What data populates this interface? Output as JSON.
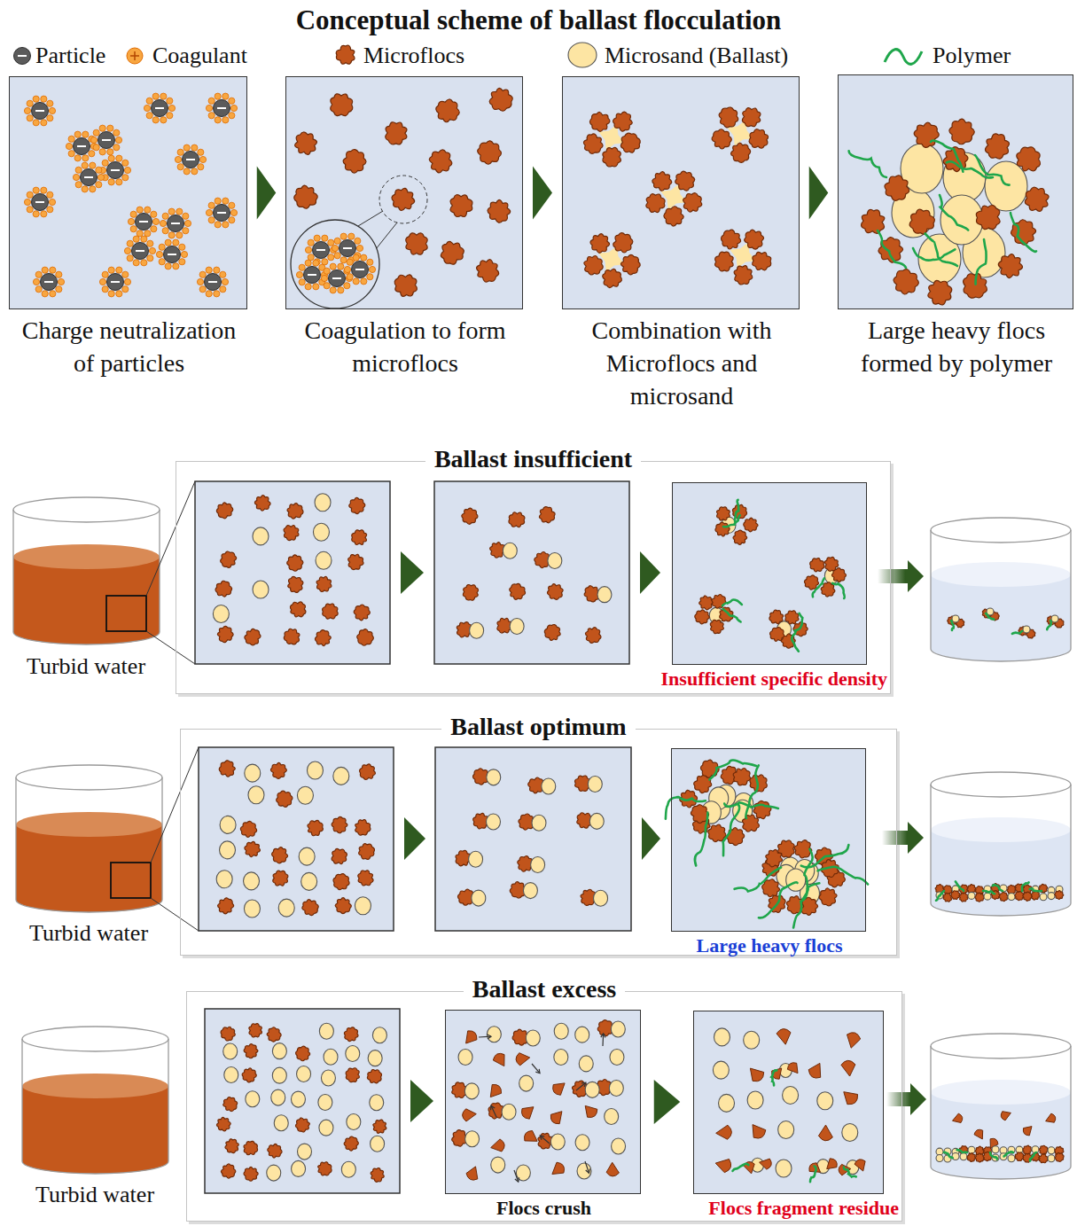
{
  "diagram": {
    "title": "Conceptual scheme of ballast flocculation",
    "nodes": [
      {
        "text": [
          "Charge neutralization of particles"
        ]
      },
      {
        "text": [
          "Coagulation to form microflocs"
        ]
      },
      {
        "text": [
          "Combination with Microflocs and microsand"
        ]
      },
      {
        "text": [
          "Large heavy flocs formed by polymer"
        ]
      },
      {
        "text": [
          "Ballast insufficient"
        ]
      },
      {
        "text": [
          "Insufficient specific density"
        ],
        "in": 4
      },
      {
        "text": [
          "Ballast optimum"
        ]
      },
      {
        "text": [
          "Large heavy flocs"
        ],
        "in": 6
      },
      {
        "text": [
          "Ballast excess"
        ]
      },
      {
        "text": [
          "Flocs crush"
        ],
        "in": 8
      },
      {
        "text": [
          "Flocs fragment residue"
        ],
        "in": 8
      }
    ],
    "edges": [
      {
        "from": 0,
        "to": 1,
        "arrow": "to"
      },
      {
        "from": 1,
        "to": 2,
        "arrow": "to"
      },
      {
        "from": 2,
        "to": 3,
        "arrow": "to"
      },
      {
        "from": 9,
        "to": 10,
        "arrow": "to"
      }
    ],
    "labels": [
      "Turbid water",
      "Turbid water",
      "Turbid water"
    ],
    "legend": [
      {
        "text": "Particle"
      },
      {
        "text": "Coagulant"
      },
      {
        "text": "Microflocs"
      },
      {
        "text": "Microsand (Ballast)"
      },
      {
        "text": "Polymer"
      }
    ]
  }
}
